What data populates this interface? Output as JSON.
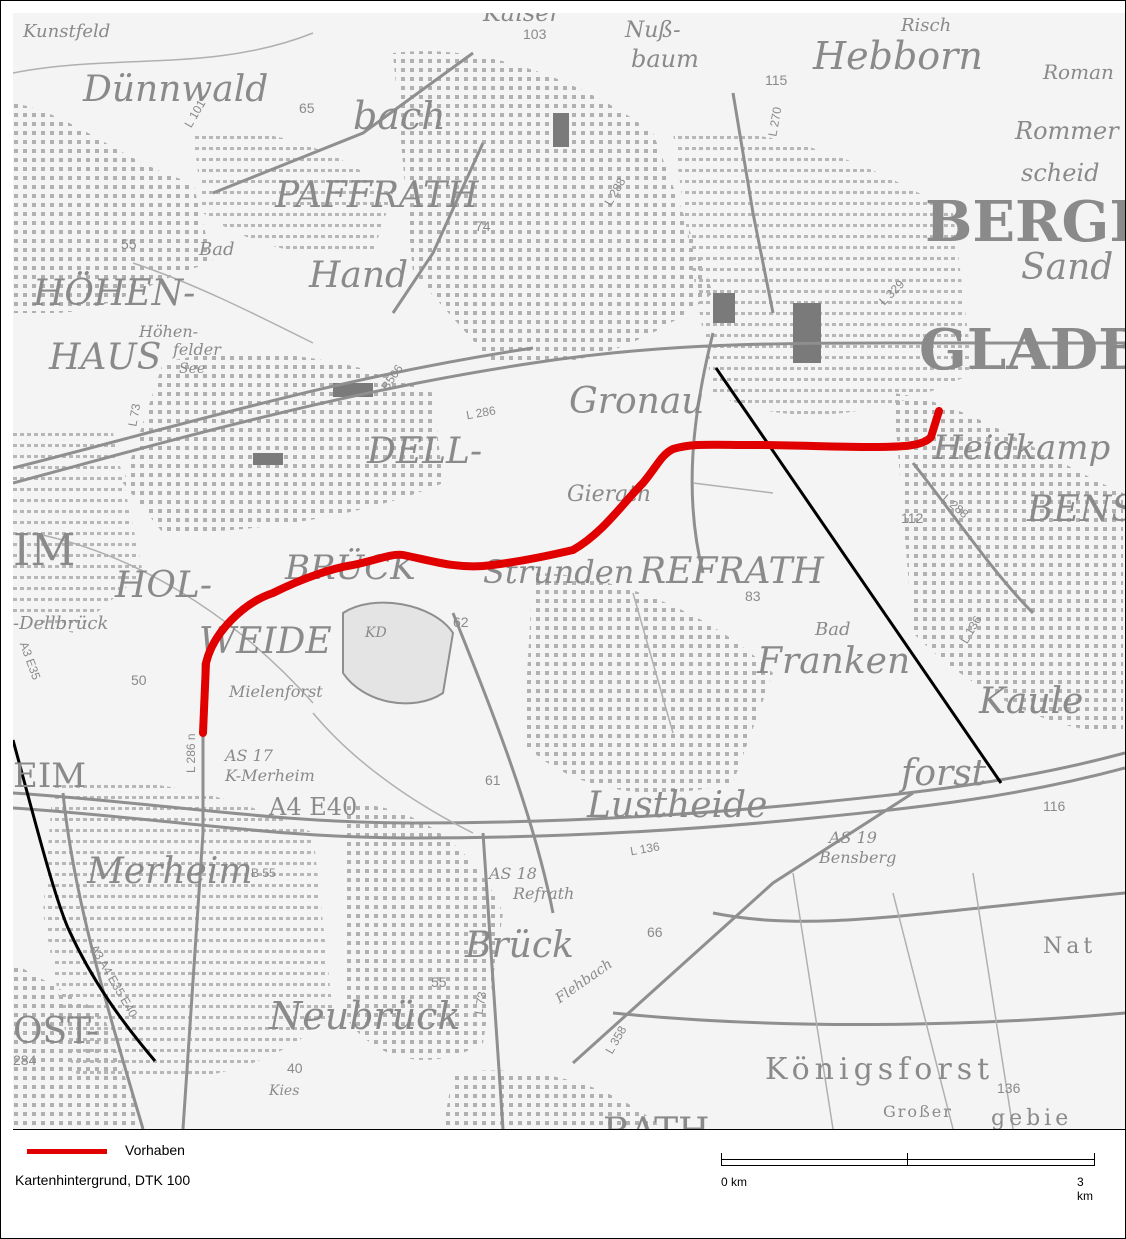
{
  "map": {
    "places": [
      {
        "id": "kunstfeld",
        "text": "Kunstfeld"
      },
      {
        "id": "kaiser",
        "text": "Kaiser"
      },
      {
        "id": "nuss",
        "text": "Nuß-"
      },
      {
        "id": "baum",
        "text": "baum"
      },
      {
        "id": "risch",
        "text": "Risch"
      },
      {
        "id": "hebborn",
        "text": "Hebborn"
      },
      {
        "id": "roman",
        "text": "Roman"
      },
      {
        "id": "duennwald",
        "text": "Dünnwald"
      },
      {
        "id": "bach",
        "text": "bach"
      },
      {
        "id": "rommer",
        "text": "Rommer"
      },
      {
        "id": "scheid",
        "text": "scheid"
      },
      {
        "id": "paffrath",
        "text": "PAFFRATH"
      },
      {
        "id": "bergi",
        "text": "BERGI"
      },
      {
        "id": "bad1",
        "text": "Bad"
      },
      {
        "id": "hand",
        "text": "Hand"
      },
      {
        "id": "sand",
        "text": "Sand"
      },
      {
        "id": "hoehen",
        "text": "HÖHEN-"
      },
      {
        "id": "haus",
        "text": "HAUS"
      },
      {
        "id": "hoehenfelder",
        "text": "Höhen-"
      },
      {
        "id": "felder",
        "text": "felder"
      },
      {
        "id": "see",
        "text": "See"
      },
      {
        "id": "gladb",
        "text": "GLADB"
      },
      {
        "id": "gronau",
        "text": "Gronau"
      },
      {
        "id": "dell",
        "text": "DELL-"
      },
      {
        "id": "heidkamp",
        "text": "Heidkamp"
      },
      {
        "id": "gierath",
        "text": "Gierath"
      },
      {
        "id": "bens",
        "text": "BENS"
      },
      {
        "id": "im",
        "text": "IM"
      },
      {
        "id": "hol",
        "text": "HOL-"
      },
      {
        "id": "brueck",
        "text": "BRÜCK"
      },
      {
        "id": "strunden",
        "text": "Strunden"
      },
      {
        "id": "refrath",
        "text": "REFRATH"
      },
      {
        "id": "dellbrueck",
        "text": "-Dellbrück"
      },
      {
        "id": "weide",
        "text": "WEIDE"
      },
      {
        "id": "kd",
        "text": "KD"
      },
      {
        "id": "bad2",
        "text": "Bad"
      },
      {
        "id": "franken",
        "text": "Franken"
      },
      {
        "id": "mielenforst",
        "text": "Mielenforst"
      },
      {
        "id": "kaule",
        "text": "Kaule"
      },
      {
        "id": "as17",
        "text": "AS 17"
      },
      {
        "id": "kmerheim",
        "text": "K-Merheim"
      },
      {
        "id": "eim",
        "text": "EIM"
      },
      {
        "id": "forst",
        "text": "forst"
      },
      {
        "id": "lustheide",
        "text": "Lustheide"
      },
      {
        "id": "as19",
        "text": "AS 19"
      },
      {
        "id": "bensberg",
        "text": "Bensberg"
      },
      {
        "id": "merheim",
        "text": "Merheim"
      },
      {
        "id": "as18",
        "text": "AS 18"
      },
      {
        "id": "refrath2",
        "text": "Refrath"
      },
      {
        "id": "brueck2",
        "text": "Brück"
      },
      {
        "id": "nat",
        "text": "Nat"
      },
      {
        "id": "flehbach",
        "text": "Flehbach"
      },
      {
        "id": "ost",
        "text": "OST-"
      },
      {
        "id": "neubrueck",
        "text": "Neubrück"
      },
      {
        "id": "koenigsforst",
        "text": "Königsforst"
      },
      {
        "id": "kies",
        "text": "Kies"
      },
      {
        "id": "grosser",
        "text": "Großer"
      },
      {
        "id": "gebie",
        "text": "gebie"
      },
      {
        "id": "rath",
        "text": "RATH"
      }
    ],
    "roads": [
      {
        "id": "a4e40",
        "text": "A4 E40"
      },
      {
        "id": "a3e35",
        "text": "A3 E35"
      },
      {
        "id": "a3a4",
        "text": "A3 A4 E35 E40"
      },
      {
        "id": "b506",
        "text": "B506"
      },
      {
        "id": "b55",
        "text": "B 55"
      },
      {
        "id": "l101",
        "text": "L 101"
      },
      {
        "id": "l288a",
        "text": "L 288"
      },
      {
        "id": "l270",
        "text": "L 270"
      },
      {
        "id": "l329",
        "text": "L 329"
      },
      {
        "id": "l286",
        "text": "L 286"
      },
      {
        "id": "l73a",
        "text": "L 73"
      },
      {
        "id": "l288b",
        "text": "L 288"
      },
      {
        "id": "l136a",
        "text": "L 136"
      },
      {
        "id": "l286b",
        "text": "L 286 n"
      },
      {
        "id": "l136b",
        "text": "L 136"
      },
      {
        "id": "l73b",
        "text": "L 73"
      },
      {
        "id": "l358",
        "text": "L 358"
      }
    ],
    "heights": [
      "103",
      "115",
      "65",
      "74",
      "55",
      "112",
      "83",
      "62",
      "50",
      "61",
      "116",
      "66",
      "55",
      "40",
      "136",
      "284"
    ]
  },
  "legend": {
    "route_label": "Vorhaben",
    "route_color": "#e00000",
    "background_label": "Kartenhintergrund, DTK 100",
    "scale_start": "0 km",
    "scale_end": "3 km"
  }
}
